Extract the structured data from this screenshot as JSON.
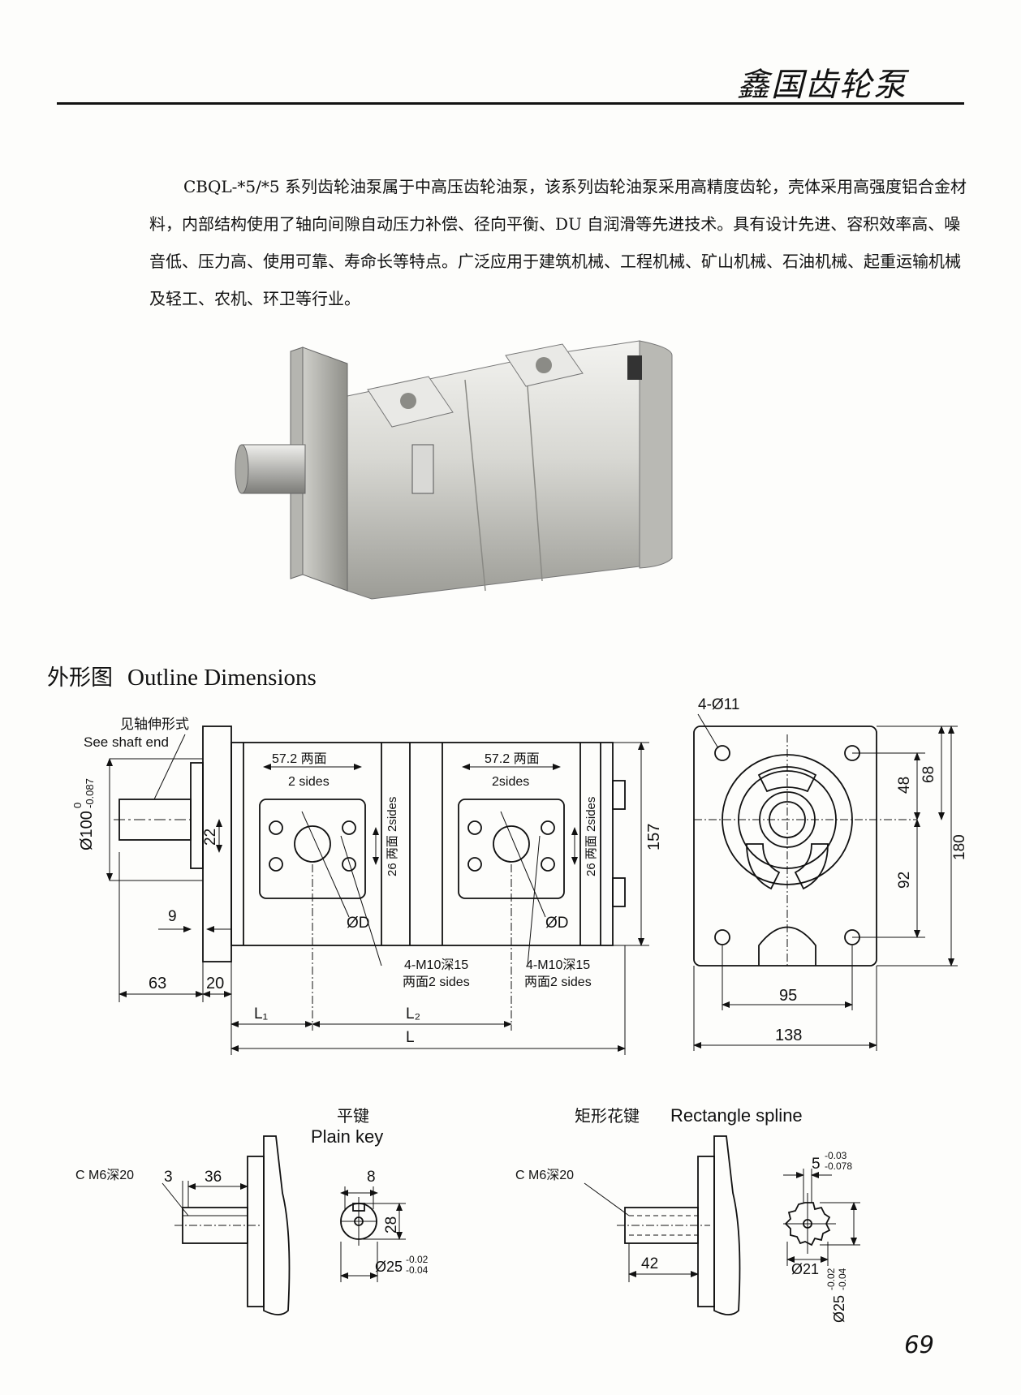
{
  "header": {
    "title": "鑫国齿轮泵"
  },
  "intro": {
    "text": "CBQL-*5/*5 系列齿轮油泵属于中高压齿轮油泵，该系列齿轮油泵采用高精度齿轮，壳体采用高强度铝合金材料，内部结构使用了轴向间隙自动压力补偿、径向平衡、DU 自润滑等先进技术。具有设计先进、容积效率高、噪音低、压力高、使用可靠、寿命长等特点。广泛应用于建筑机械、工程机械、矿山机械、石油机械、起重运输机械及轻工、农机、环卫等行业。"
  },
  "outline": {
    "title_cn": "外形图",
    "title_en": "Outline Dimensions",
    "side_view": {
      "shaft_note_cn": "见轴伸形式",
      "shaft_note_en": "See shaft end",
      "shaft_dia_main": "Ø100",
      "shaft_dia_tol_upper": "0",
      "shaft_dia_tol_lower": "-0.087",
      "dim_22": "22",
      "dim_9": "9",
      "dim_63": "63",
      "dim_20": "20",
      "dim_157": "157",
      "port_width_1": "57.2 两面",
      "port_width_1b": "2 sides",
      "port_width_2": "57.2 两面",
      "port_width_2b": "2sides",
      "port_height_1": "26 两面 2sides",
      "port_height_2": "26 两面 2sides",
      "bore_label_1": "ØD",
      "bore_label_2": "ØD",
      "thread_1": "4-M10深15",
      "thread_1b": "两面2 sides",
      "thread_2": "4-M10深15",
      "thread_2b": "两面2 sides",
      "len_l1": "L₁",
      "len_l2": "L₂",
      "len_l": "L"
    },
    "end_view": {
      "holes": "4-Ø11",
      "dim_48": "48",
      "dim_68": "68",
      "dim_92": "92",
      "dim_180": "180",
      "dim_95": "95",
      "dim_138": "138"
    }
  },
  "plain_key": {
    "title_cn": "平键",
    "title_en": "Plain key",
    "thread": "C M6深20",
    "dim_3": "3",
    "dim_36": "36",
    "dim_8": "8",
    "dim_28": "28",
    "dia_main": "Ø25",
    "dia_tol_upper": "-0.02",
    "dia_tol_lower": "-0.04"
  },
  "spline": {
    "title_cn": "矩形花键",
    "title_en": "Rectangle spline",
    "thread": "C M6深20",
    "dim_42": "42",
    "width_main": "5",
    "width_tol_upper": "-0.03",
    "width_tol_lower": "-0.078",
    "dia_inner": "Ø21",
    "dia_outer": "Ø25",
    "dia_tol_upper": "-0.02",
    "dia_tol_lower": "-0.04"
  },
  "page_number": "69"
}
